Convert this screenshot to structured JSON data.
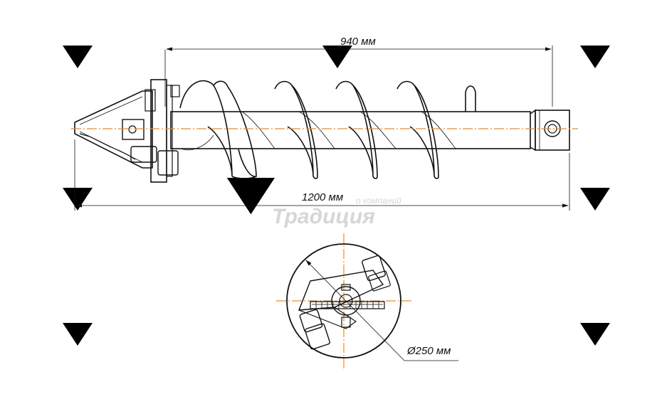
{
  "dimensions": {
    "flight_length": "940 мм",
    "total_length": "1200 мм",
    "diameter": "Ø250 мм"
  },
  "watermark": {
    "tagline": "о компаний",
    "brand": "Традиция"
  },
  "colors": {
    "line": "#111111",
    "axis": "#f08a24",
    "watermark": "#dddddd"
  }
}
